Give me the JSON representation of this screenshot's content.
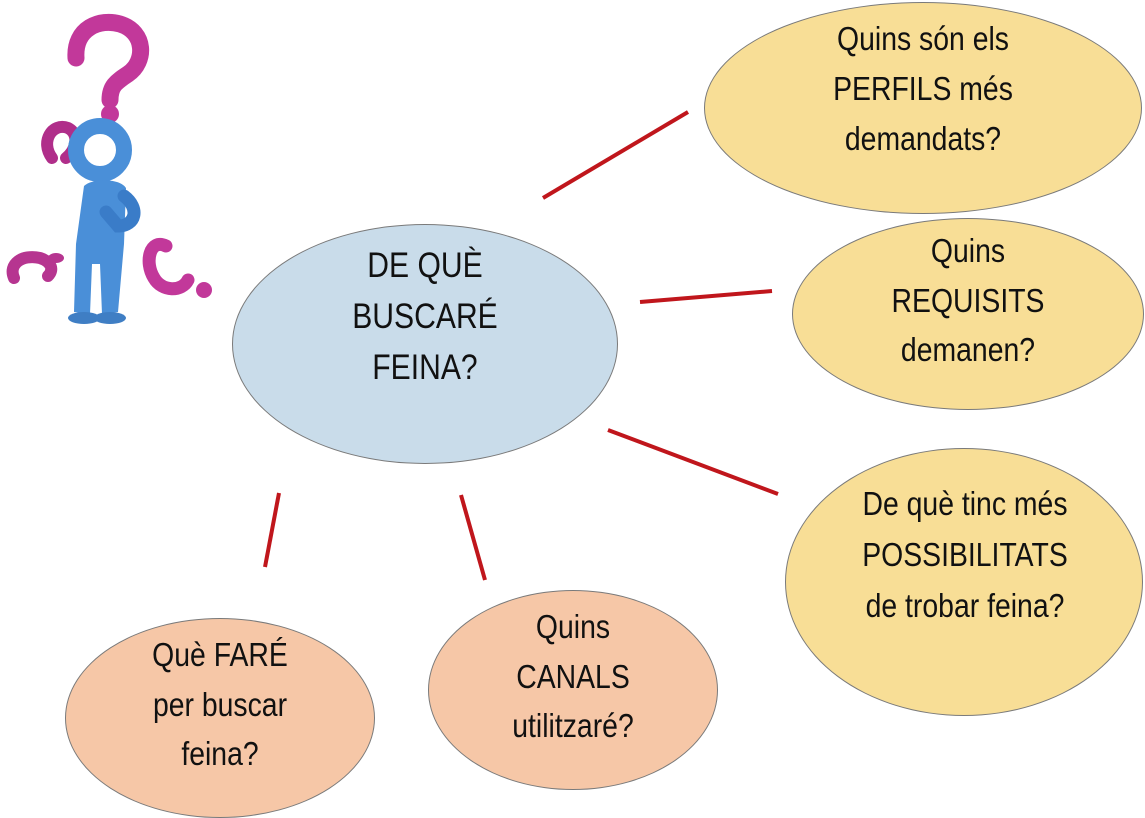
{
  "diagram": {
    "center": {
      "line1": "DE QUÈ",
      "line2": "BUSCARÉ",
      "line3": "FEINA?"
    },
    "profiles": {
      "line1": "Quins són els",
      "line2": "PERFILS més",
      "line3": "demandats?"
    },
    "requirements": {
      "line1": "Quins",
      "line2": "REQUISITS",
      "line3": "demanen?"
    },
    "possibilities": {
      "line1": "De què tinc més",
      "line2": "POSSIBILITATS",
      "line3": "de trobar feina?"
    },
    "channels": {
      "line1": "Quins",
      "line2": "CANALS",
      "line3": "utilitzaré?"
    },
    "actions": {
      "line1": "Què FARÉ",
      "line2": "per buscar",
      "line3": "feina?"
    }
  },
  "colors": {
    "center_fill": "#c9dcea",
    "question_fill": "#f8de96",
    "action_fill": "#f6c7a7",
    "connector": "#c0161c",
    "figure_blue": "#4a8fd8",
    "question_mark_magenta": "#c2389a"
  },
  "icons": {
    "figure": "thinking-person-with-question-marks-icon"
  }
}
